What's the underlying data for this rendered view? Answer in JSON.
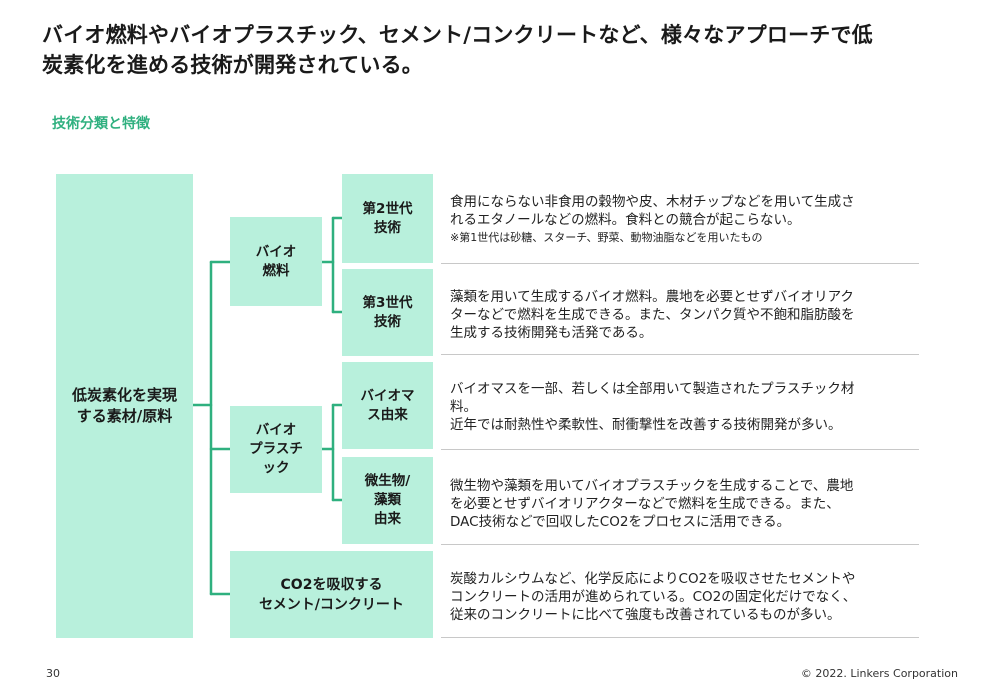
{
  "title": {
    "line1": "バイオ燃料やバイオプラスチック、セメント/コンクリートなど、様々なアプローチで低",
    "line2": "炭素化を進める技術が開発されている。"
  },
  "section_label": "技術分類と特徴",
  "tree": {
    "root": [
      "低炭素化を実現",
      "する素材/原料"
    ],
    "bio_fuel": [
      "バイオ",
      "燃料"
    ],
    "bio_plastic": [
      "バイオ",
      "プラスチ",
      "ック"
    ],
    "cement": [
      "CO2を吸収する",
      "セメント/コンクリート"
    ],
    "gen2": [
      "第2世代",
      "技術"
    ],
    "gen3": [
      "第3世代",
      "技術"
    ],
    "biomass": [
      "バイオマ",
      "ス由来"
    ],
    "microbe": [
      "微生物/",
      "藻類",
      "由来"
    ]
  },
  "descriptions": {
    "gen2": {
      "lines": [
        "食用にならない非食用の穀物や皮、木材チップなどを用いて生成さ",
        "れるエタノールなどの燃料。食料との競合が起こらない。"
      ],
      "note": "※第1世代は砂糖、スターチ、野菜、動物油脂などを用いたもの"
    },
    "gen3": {
      "lines": [
        "藻類を用いて生成するバイオ燃料。農地を必要とせずバイオリアク",
        "ターなどで燃料を生成できる。また、タンパク質や不飽和脂肪酸を",
        "生成する技術開発も活発である。"
      ]
    },
    "biomass": {
      "lines": [
        "バイオマスを一部、若しくは全部用いて製造されたプラスチック材",
        "料。",
        "近年では耐熱性や柔軟性、耐衝撃性を改善する技術開発が多い。"
      ]
    },
    "microbe": {
      "lines": [
        "微生物や藻類を用いてバイオプラスチックを生成することで、農地",
        "を必要とせずバイオリアクターなどで燃料を生成できる。また、",
        "DAC技術などで回収したCO2をプロセスに活用できる。"
      ]
    },
    "cement": {
      "lines": [
        "炭酸カルシウムなど、化学反応によりCO2を吸収させたセメントや",
        "コンクリートの活用が進められている。CO2の固定化だけでなく、",
        "従来のコンクリートに比べて強度も改善されているものが多い。"
      ]
    }
  },
  "footer": {
    "page": "30",
    "copyright": "© 2022. Linkers Corporation"
  },
  "colors": {
    "box": "#b8f0dc",
    "connector": "#2fb07f",
    "accent_text": "#2fb07f"
  }
}
